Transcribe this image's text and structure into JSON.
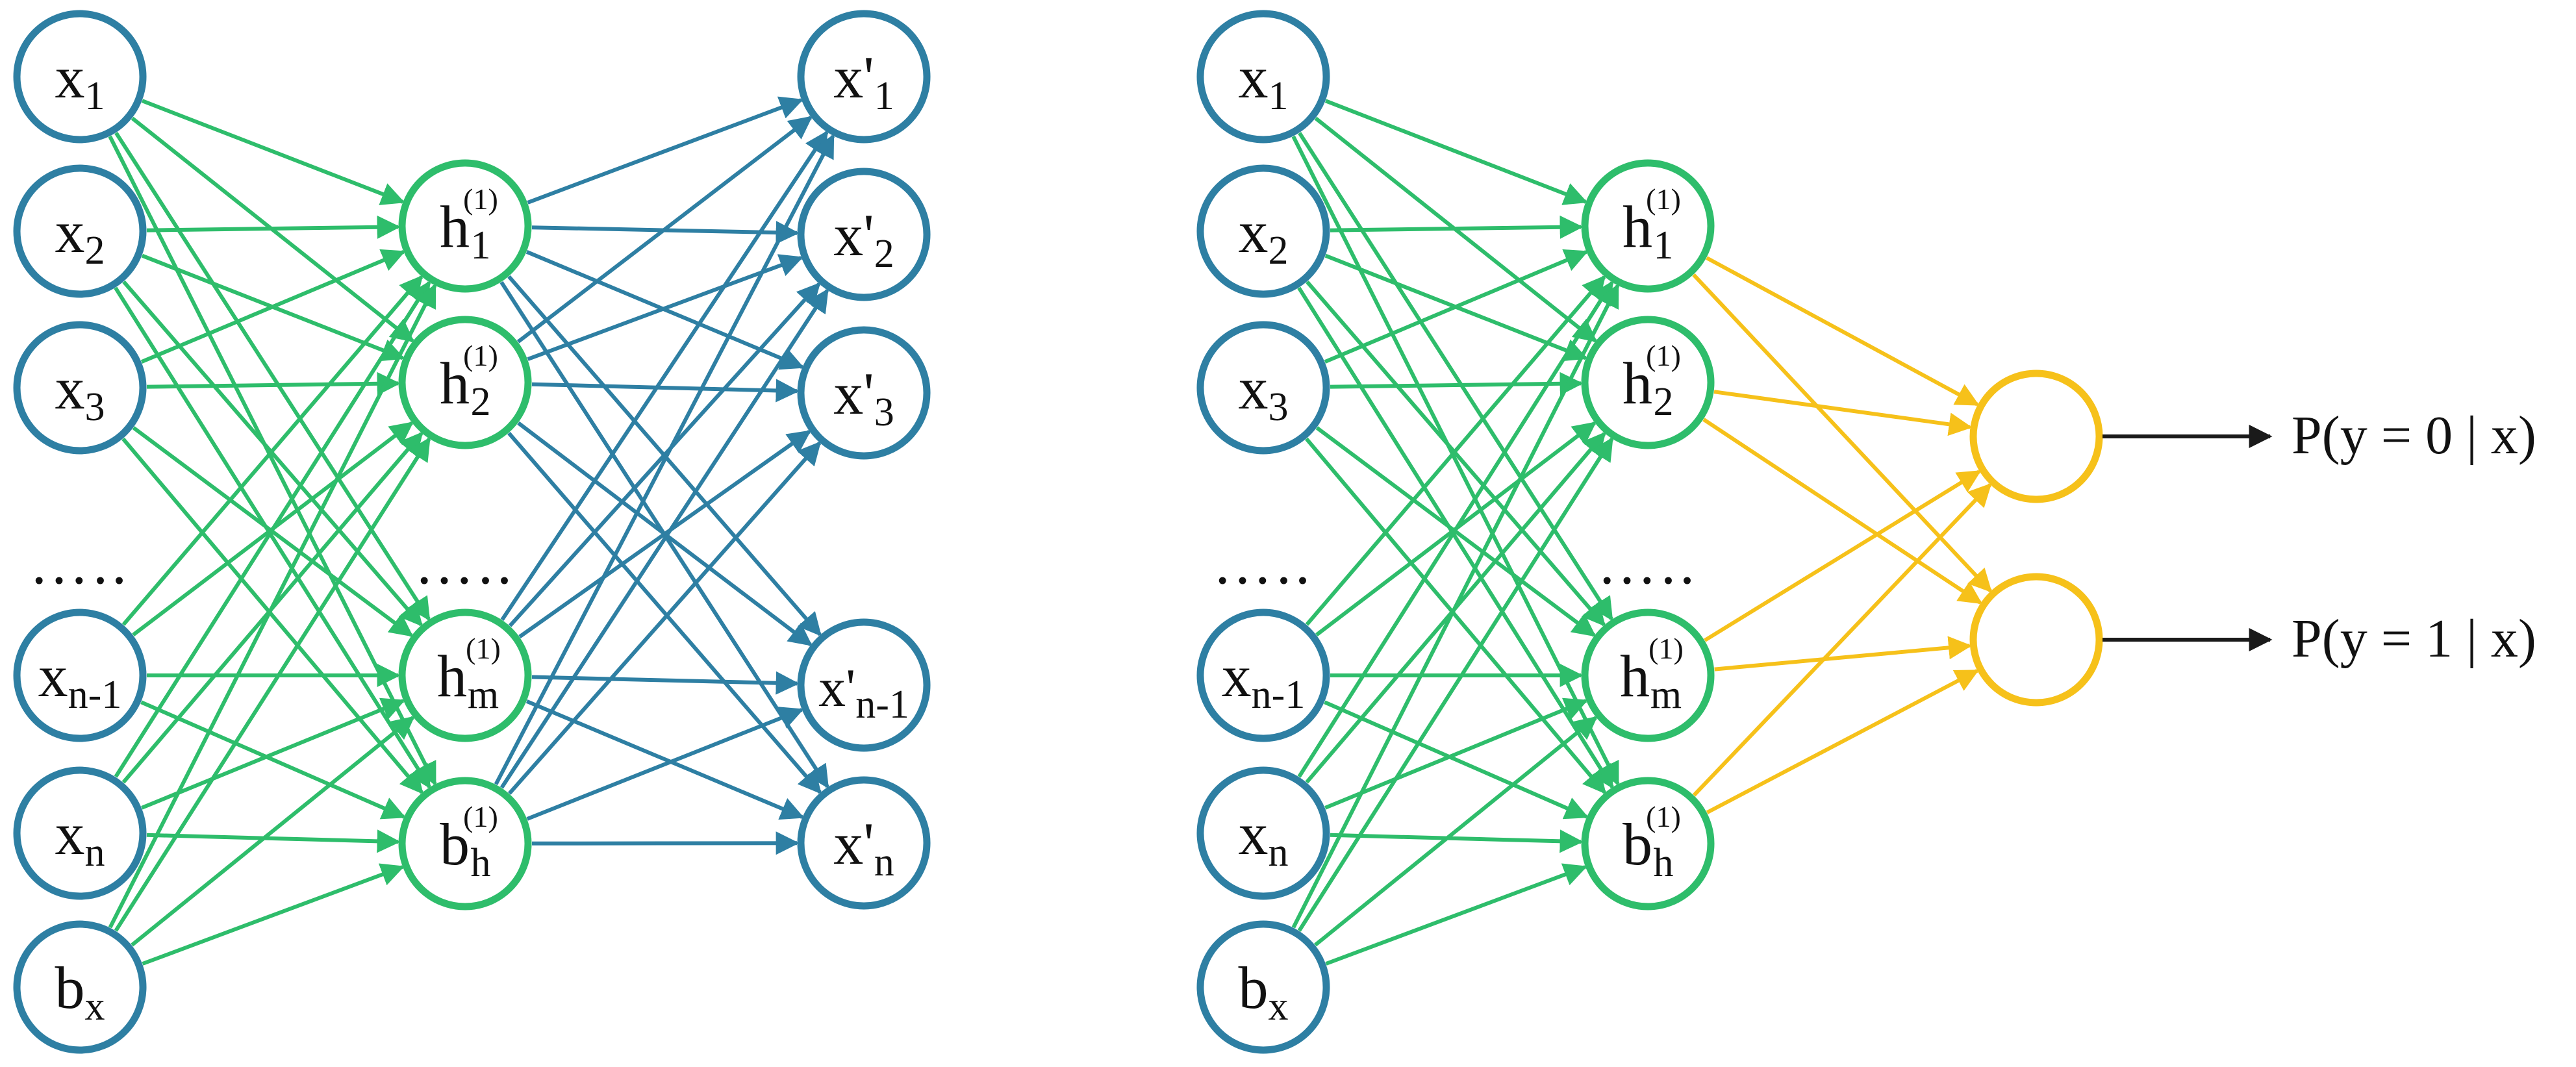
{
  "colors": {
    "input_node": "#2e7fa3",
    "hidden_node": "#2ebd6b",
    "green_edge": "#2ebd6b",
    "blue_edge": "#2e7fa3",
    "yellow_node": "#f6c11a",
    "yellow_edge": "#f6c11a",
    "output_arrow": "#1a1a1a"
  },
  "autoencoder": {
    "inputs": [
      {
        "base": "x",
        "sub": "1"
      },
      {
        "base": "x",
        "sub": "2"
      },
      {
        "base": "x",
        "sub": "3"
      },
      {
        "base": "x",
        "sub": "n-1"
      },
      {
        "base": "x",
        "sub": "n"
      },
      {
        "base": "b",
        "sub": "x"
      }
    ],
    "hidden": [
      {
        "base": "h",
        "sub": "1",
        "sup": "(1)"
      },
      {
        "base": "h",
        "sub": "2",
        "sup": "(1)"
      },
      {
        "base": "h",
        "sub": "m",
        "sup": "(1)"
      },
      {
        "base": "b",
        "sub": "h",
        "sup": "(1)"
      }
    ],
    "outputs": [
      {
        "base": "x'",
        "sub": "1"
      },
      {
        "base": "x'",
        "sub": "2"
      },
      {
        "base": "x'",
        "sub": "3"
      },
      {
        "base": "x'",
        "sub": "n-1"
      },
      {
        "base": "x'",
        "sub": "n"
      }
    ],
    "input_ellipsis": "…..",
    "hidden_ellipsis": "….."
  },
  "classifier": {
    "inputs": [
      {
        "base": "x",
        "sub": "1"
      },
      {
        "base": "x",
        "sub": "2"
      },
      {
        "base": "x",
        "sub": "3"
      },
      {
        "base": "x",
        "sub": "n-1"
      },
      {
        "base": "x",
        "sub": "n"
      },
      {
        "base": "b",
        "sub": "x"
      }
    ],
    "hidden": [
      {
        "base": "h",
        "sub": "1",
        "sup": "(1)"
      },
      {
        "base": "h",
        "sub": "2",
        "sup": "(1)"
      },
      {
        "base": "h",
        "sub": "m",
        "sup": "(1)"
      },
      {
        "base": "b",
        "sub": "h",
        "sup": "(1)"
      }
    ],
    "input_ellipsis": "…..",
    "hidden_ellipsis": "…..",
    "output_labels": [
      "P(y = 0 | x)",
      "P(y = 1 | x)"
    ]
  }
}
